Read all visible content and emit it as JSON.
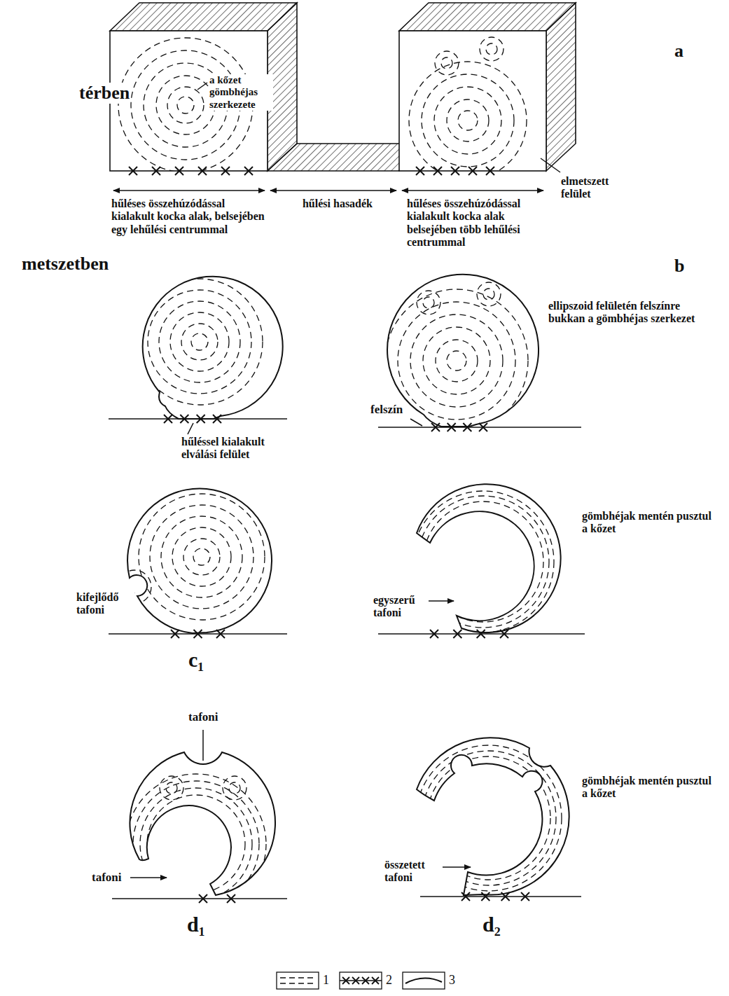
{
  "diagram": {
    "labels": [
      "térben",
      "a",
      "a kőzet gömbhéjas szerkezete",
      "elmetszett felület",
      "hűléses összehúzódással kialakult kocka alak, belsejében egy lehűlési centrummal",
      "hűlési hasadék",
      "hűléses összehúzódással kialakult kocka alak belsejében több lehűlési centrummal",
      "metszetben",
      "b",
      "ellipszoid felületén felszínre bukkan a gömbhéjas szerkezet",
      "felszín",
      "hűléssel kialakult elválási felület",
      "kifejlődő tafoni",
      "gömbhéjak mentén pusztul a kőzet",
      "egyszerű tafoni",
      "c₁",
      "tafoni",
      "tafoni",
      "gömbhéjak mentén pusztul a kőzet",
      "összetett tafoni",
      "d₁",
      "d₂"
    ],
    "legend": [
      {
        "text": "1"
      },
      {
        "text": "2"
      },
      {
        "text": "3"
      }
    ]
  }
}
